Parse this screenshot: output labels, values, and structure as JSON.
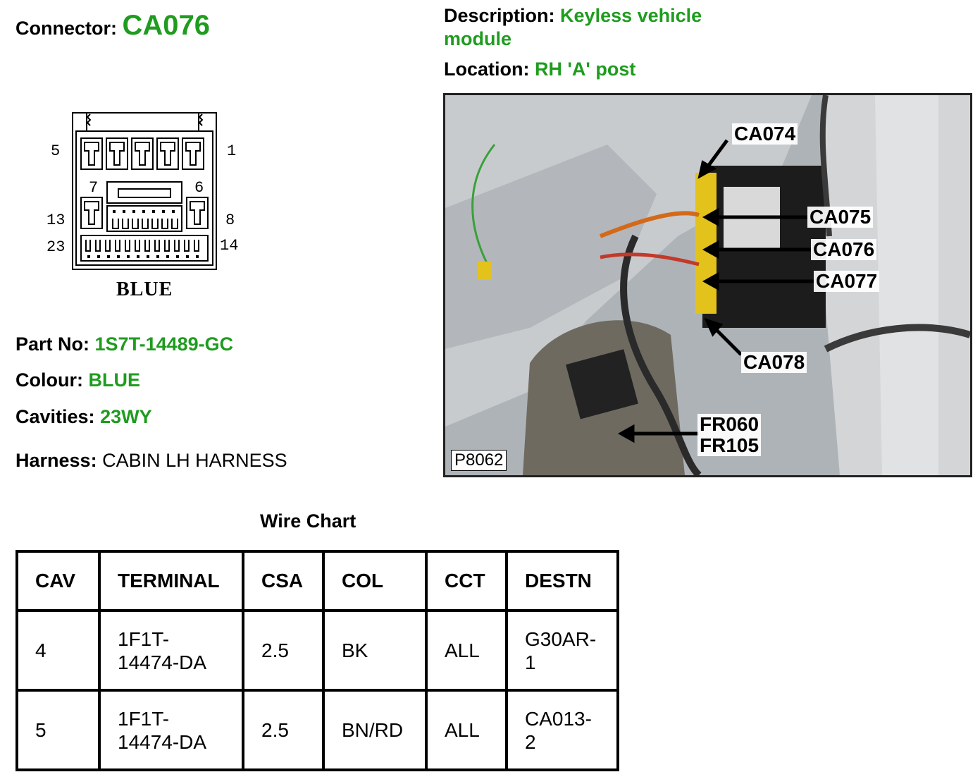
{
  "connector": {
    "label": "Connector:",
    "value": "CA076"
  },
  "description": {
    "label": "Description:",
    "value_line1": "Keyless vehicle",
    "value_line2": "module"
  },
  "location": {
    "label": "Location:",
    "value": "RH 'A' post"
  },
  "pinout": {
    "pin_labels": {
      "p5": "5",
      "p1": "1",
      "p7": "7",
      "p6": "6",
      "p13": "13",
      "p8": "8",
      "p23": "23",
      "p14": "14"
    },
    "colour_text": "BLUE"
  },
  "part_no": {
    "label": "Part No:",
    "value": "1S7T-14489-GC"
  },
  "colour": {
    "label": "Colour:",
    "value": "BLUE"
  },
  "cavities": {
    "label": "Cavities:",
    "value": "23WY"
  },
  "harness": {
    "label": "Harness:",
    "value": "CABIN LH HARNESS"
  },
  "photo": {
    "callouts": [
      "CA074",
      "CA075",
      "CA076",
      "CA077",
      "CA078",
      "FR060",
      "FR105"
    ],
    "reference": "P8062"
  },
  "wire_chart": {
    "title": "Wire Chart",
    "headers": [
      "CAV",
      "TERMINAL",
      "CSA",
      "COL",
      "CCT",
      "DESTN"
    ],
    "rows": [
      {
        "cav": "4",
        "terminal_1": "1F1T-",
        "terminal_2": "14474-DA",
        "csa": "2.5",
        "col": "BK",
        "cct": "ALL",
        "destn_1": "G30AR-",
        "destn_2": "1"
      },
      {
        "cav": "5",
        "terminal_1": "1F1T-",
        "terminal_2": "14474-DA",
        "csa": "2.5",
        "col": "BN/RD",
        "cct": "ALL",
        "destn_1": "CA013-",
        "destn_2": "2"
      }
    ]
  },
  "colors": {
    "value_green": "#1f9c1f",
    "text": "#000000",
    "border": "#000000"
  }
}
